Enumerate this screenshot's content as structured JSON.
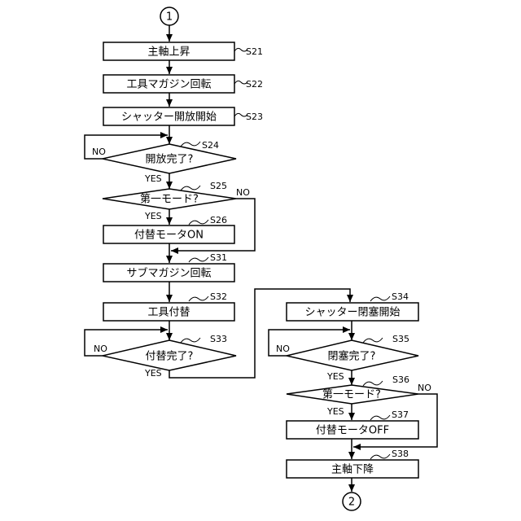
{
  "connectors": {
    "start": "1",
    "end": "2"
  },
  "steps": {
    "s21": {
      "id": "S21",
      "label": "主軸上昇"
    },
    "s22": {
      "id": "S22",
      "label": "工具マガジン回転"
    },
    "s23": {
      "id": "S23",
      "label": "シャッター開放開始"
    },
    "s24": {
      "id": "S24",
      "label": "開放完了?"
    },
    "s25": {
      "id": "S25",
      "label": "第一モード?"
    },
    "s26": {
      "id": "S26",
      "label": "付替モータON"
    },
    "s31": {
      "id": "S31",
      "label": "サブマガジン回転"
    },
    "s32": {
      "id": "S32",
      "label": "工具付替"
    },
    "s33": {
      "id": "S33",
      "label": "付替完了?"
    },
    "s34": {
      "id": "S34",
      "label": "シャッター閉塞開始"
    },
    "s35": {
      "id": "S35",
      "label": "閉塞完了?"
    },
    "s36": {
      "id": "S36",
      "label": "第一モード?"
    },
    "s37": {
      "id": "S37",
      "label": "付替モータOFF"
    },
    "s38": {
      "id": "S38",
      "label": "主軸下降"
    }
  },
  "branch": {
    "yes": "YES",
    "no": "NO"
  }
}
